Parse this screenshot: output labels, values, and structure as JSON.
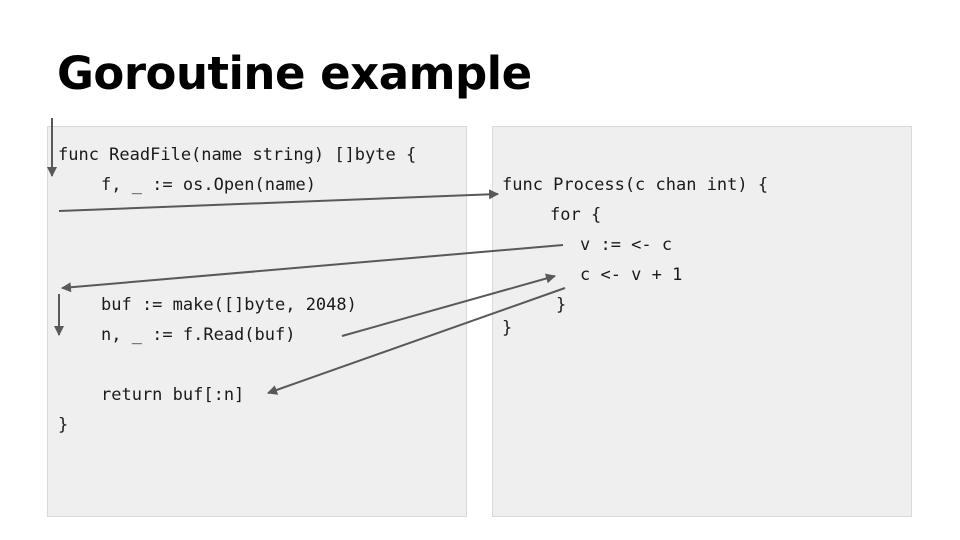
{
  "slide": {
    "title": "Goroutine example"
  },
  "read_file": {
    "lines": [
      "func ReadFile(name string) []byte {",
      "f, _ := os.Open(name)",
      "buf := make([]byte, 2048)",
      "n, _ := f.Read(buf)",
      "return buf[:n]",
      "}"
    ]
  },
  "process": {
    "lines": [
      "func Process(c chan int) {",
      "for {",
      "v := <- c",
      "c <- v + 1",
      "}",
      "}"
    ]
  },
  "colors": {
    "panel": "#efefef",
    "arrow": "#595959",
    "text": "#1a1a1a"
  }
}
